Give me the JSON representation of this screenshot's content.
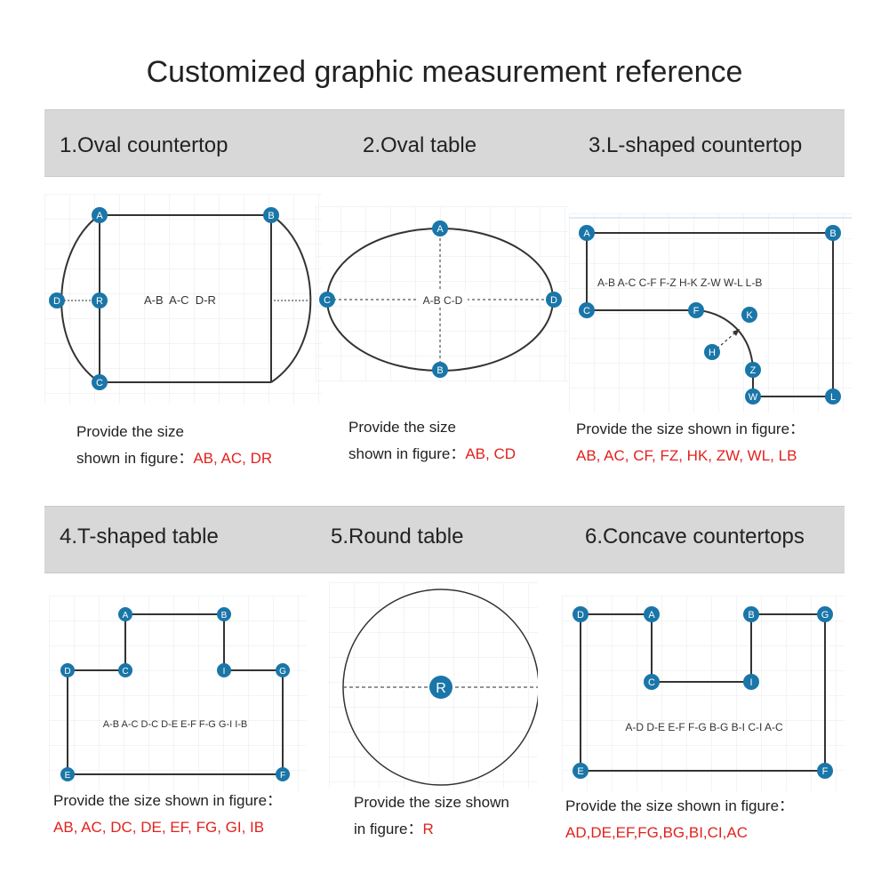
{
  "title": "Customized graphic measurement reference",
  "accent_color": "#1a76a8",
  "highlight_color": "#e0221e",
  "items": [
    {
      "header": "1.Oval countertop",
      "points": [
        "A",
        "B",
        "D",
        "R",
        "C"
      ],
      "formula": "A-B  A-C  D-R",
      "caption_line1": "Provide the size",
      "caption_line2": "shown in figure：",
      "sizes": "AB, AC, DR"
    },
    {
      "header": "2.Oval table",
      "points": [
        "A",
        "C",
        "D",
        "B"
      ],
      "formula": "A-B C-D",
      "caption_line1": "Provide the size",
      "caption_line2": "shown in figure：",
      "sizes": "AB, CD"
    },
    {
      "header": "3.L-shaped countertop",
      "points": [
        "A",
        "B",
        "C",
        "F",
        "K",
        "H",
        "Z",
        "W",
        "L"
      ],
      "formula": "A-B A-C C-F F-Z H-K Z-W W-L L-B",
      "caption_line1": "Provide the size shown in figure：",
      "sizes": "AB, AC, CF, FZ, HK, ZW, WL, LB"
    },
    {
      "header": "4.T-shaped table",
      "points": [
        "A",
        "B",
        "D",
        "C",
        "I",
        "G",
        "E",
        "F"
      ],
      "formula": "A-B A-C D-C D-E E-F F-G G-I I-B",
      "caption_line1": "Provide the size shown in figure：",
      "sizes": "AB, AC, DC, DE, EF, FG, GI, IB"
    },
    {
      "header": "5.Round table",
      "points": [
        "R"
      ],
      "caption_line1": "Provide the size shown",
      "caption_line2": "in figure：",
      "sizes": "R"
    },
    {
      "header": "6.Concave countertops",
      "points": [
        "D",
        "A",
        "B",
        "G",
        "C",
        "I",
        "E",
        "F"
      ],
      "formula": "A-D D-E E-F F-G B-G B-I C-I A-C",
      "caption_line1": "Provide the size shown in figure：",
      "sizes": "AD,DE,EF,FG,BG,BI,CI,AC"
    }
  ]
}
